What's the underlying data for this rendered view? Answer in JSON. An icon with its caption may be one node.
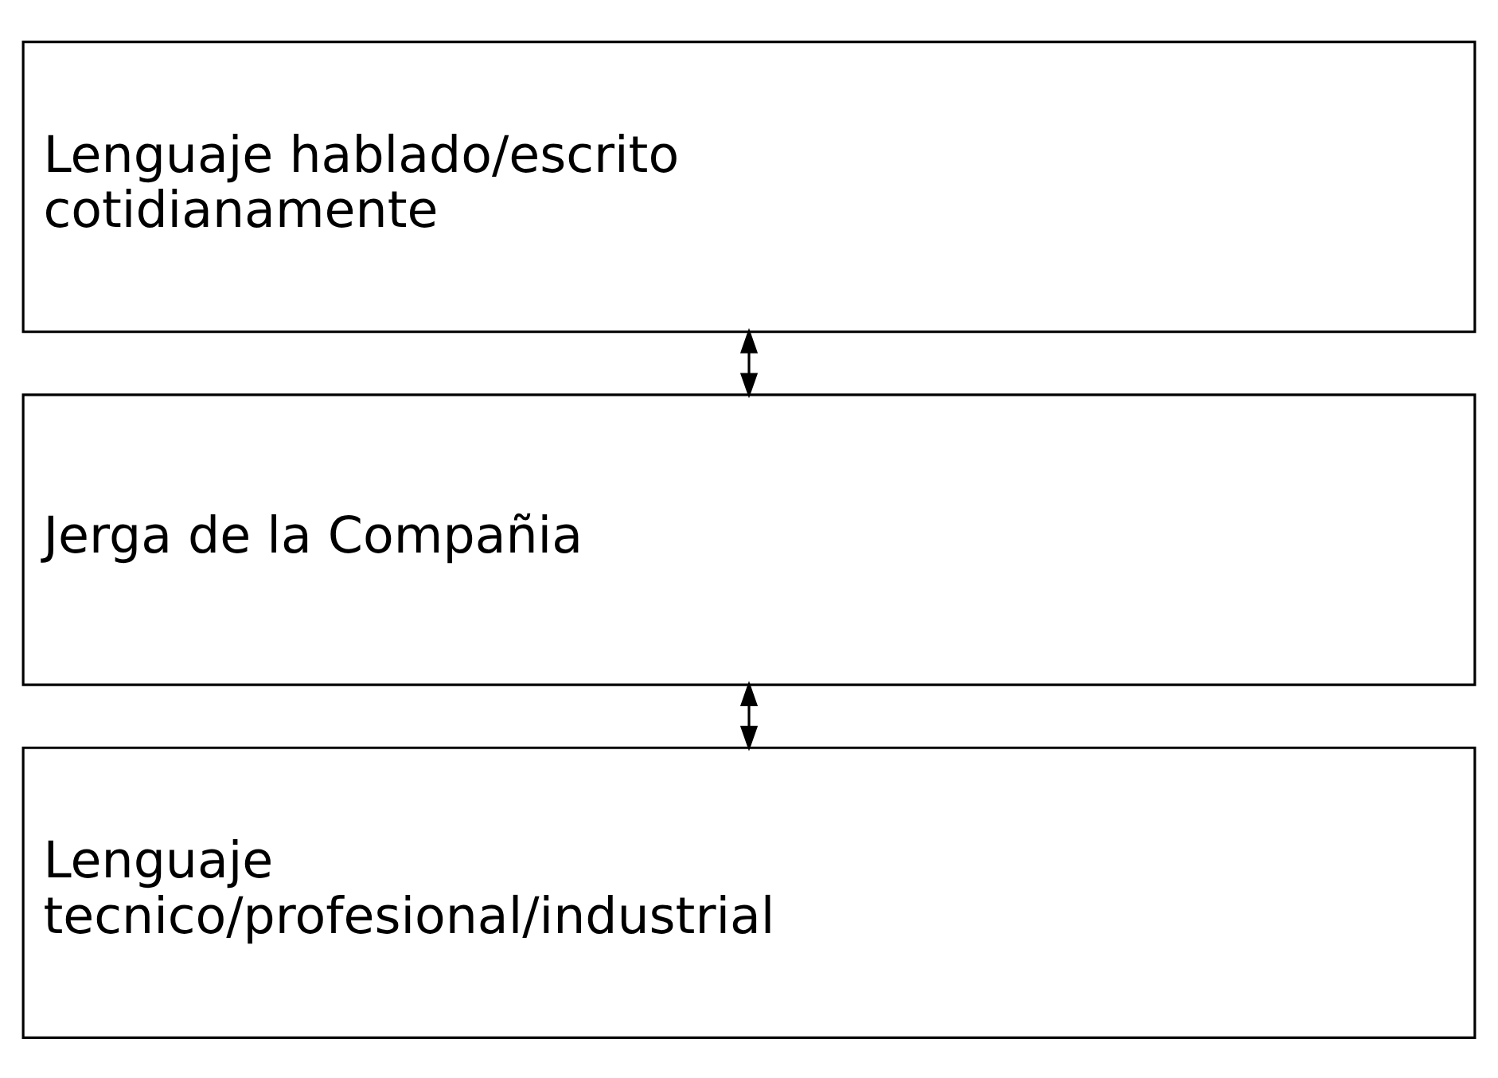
{
  "diagram": {
    "nodes": [
      {
        "text": [
          "Lenguaje hablado/escrito cotidianamente"
        ]
      },
      {
        "text": [
          "Jerga de la Compañia"
        ]
      },
      {
        "text": [
          "Lenguaje tecnico/profesional/industrial"
        ]
      }
    ],
    "edges": [
      {
        "from": 0,
        "to": 1,
        "arrow": "both"
      },
      {
        "from": 1,
        "to": 2,
        "arrow": "both"
      }
    ]
  }
}
